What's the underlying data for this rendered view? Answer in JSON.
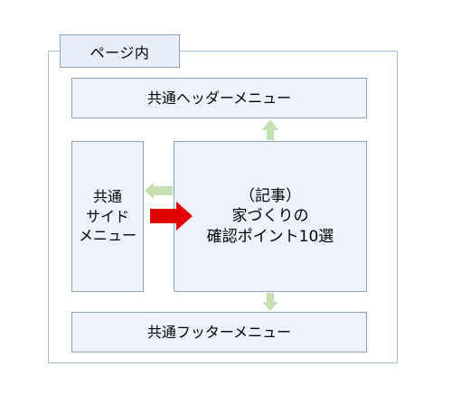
{
  "page_label": "ページ内",
  "header_box": {
    "label": "共通ヘッダーメニュー"
  },
  "side_box": {
    "lines": [
      "共通",
      "サイド",
      "メニュー"
    ]
  },
  "main_box": {
    "lines": [
      "（記事）",
      "家づくりの",
      "確認ポイント10選"
    ]
  },
  "footer_box": {
    "label": "共通フッターメニュー"
  },
  "colors": {
    "box_fill": "#eef3fb",
    "box_border": "#8aa3bf",
    "frame_border": "#a9bcd1",
    "nav_arrow": "#c6e0b4",
    "primary_arrow": "#e00000"
  }
}
